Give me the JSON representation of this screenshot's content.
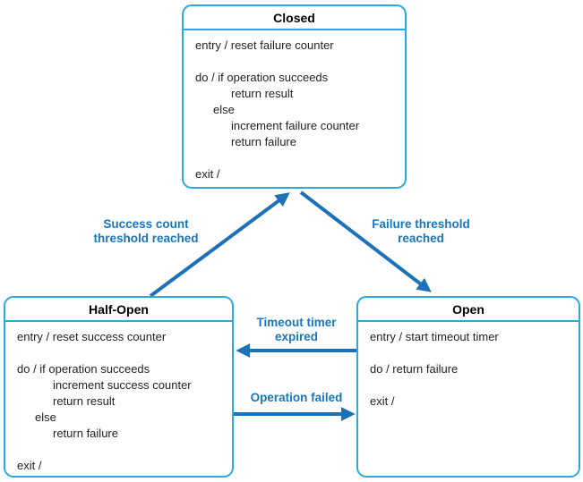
{
  "colors": {
    "state_border": "#29ABE2",
    "transition_arrow": "#1C72B8",
    "transition_label": "#1B75BB",
    "state_title_text": "#000000",
    "state_body_text": "#231F20",
    "background": "#FFFFFF"
  },
  "states": {
    "closed": {
      "title": "Closed",
      "lines": [
        {
          "text": "entry / reset failure counter",
          "indent": 0
        },
        {
          "text": "",
          "indent": 0
        },
        {
          "text": "do / if operation succeeds",
          "indent": 0
        },
        {
          "text": "return result",
          "indent": 2
        },
        {
          "text": "else",
          "indent": 1
        },
        {
          "text": "increment failure counter",
          "indent": 2
        },
        {
          "text": "return failure",
          "indent": 2
        },
        {
          "text": "",
          "indent": 0
        },
        {
          "text": "exit /",
          "indent": 0
        }
      ]
    },
    "half_open": {
      "title": "Half-Open",
      "lines": [
        {
          "text": "entry / reset success counter",
          "indent": 0
        },
        {
          "text": "",
          "indent": 0
        },
        {
          "text": "do / if operation succeeds",
          "indent": 0
        },
        {
          "text": "increment success counter",
          "indent": 2
        },
        {
          "text": "return result",
          "indent": 2
        },
        {
          "text": "else",
          "indent": 1
        },
        {
          "text": "return failure",
          "indent": 2
        },
        {
          "text": "",
          "indent": 0
        },
        {
          "text": "exit /",
          "indent": 0
        }
      ]
    },
    "open": {
      "title": "Open",
      "lines": [
        {
          "text": "entry / start timeout timer",
          "indent": 0
        },
        {
          "text": "",
          "indent": 0
        },
        {
          "text": "do / return failure",
          "indent": 0
        },
        {
          "text": "",
          "indent": 0
        },
        {
          "text": "exit /",
          "indent": 0
        }
      ]
    }
  },
  "transitions": {
    "half_open_to_closed": {
      "label": "Success count\nthreshold reached"
    },
    "closed_to_open": {
      "label": "Failure threshold\nreached"
    },
    "open_to_half_open": {
      "label": "Timeout timer\nexpired"
    },
    "half_open_to_open": {
      "label": "Operation failed"
    }
  }
}
